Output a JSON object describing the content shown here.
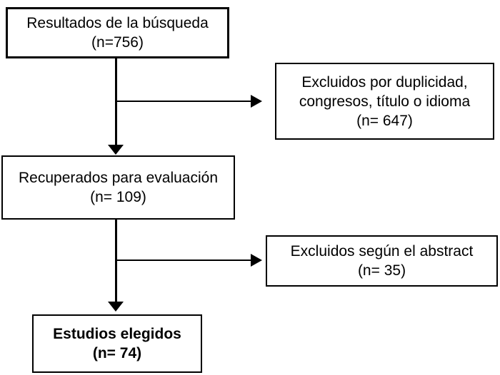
{
  "diagram": {
    "type": "flowchart",
    "language": "es",
    "colors": {
      "background": "#ffffff",
      "border": "#000000",
      "text": "#000000",
      "connector": "#000000"
    },
    "boxes": [
      {
        "id": "search-results",
        "lines": [
          "Resultados de la búsqueda",
          "(n=756)"
        ],
        "bold": false
      },
      {
        "id": "excluded-duplicates",
        "lines": [
          "Excluidos por duplicidad,",
          "congresos, título o idioma",
          "(n= 647)"
        ],
        "bold": false
      },
      {
        "id": "retrieved-for-evaluation",
        "lines": [
          "Recuperados para evaluación",
          "(n= 109)"
        ],
        "bold": false
      },
      {
        "id": "excluded-by-abstract",
        "lines": [
          "Excluidos según el abstract",
          "(n= 35)"
        ],
        "bold": false
      },
      {
        "id": "selected-studies",
        "lines": [
          "Estudios elegidos",
          "(n= 74)"
        ],
        "bold": true
      }
    ],
    "connectors": [
      {
        "from": "search-results",
        "to": "retrieved-for-evaluation",
        "direction": "down"
      },
      {
        "from": "search-results",
        "to": "excluded-duplicates",
        "direction": "right"
      },
      {
        "from": "retrieved-for-evaluation",
        "to": "selected-studies",
        "direction": "down"
      },
      {
        "from": "retrieved-for-evaluation",
        "to": "excluded-by-abstract",
        "direction": "right"
      }
    ]
  }
}
